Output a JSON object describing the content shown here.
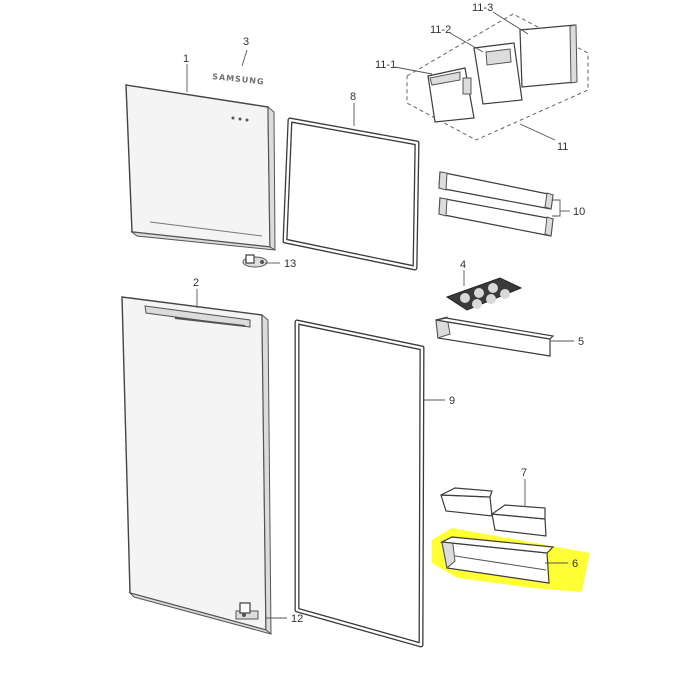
{
  "diagram": {
    "brand_text": "SAMSUNG",
    "highlight_color": "#ffff33",
    "callouts": {
      "c1": "1",
      "c2": "2",
      "c3": "3",
      "c4": "4",
      "c5": "5",
      "c6": "6",
      "c7": "7",
      "c8": "8",
      "c9": "9",
      "c10": "10",
      "c11": "11",
      "c11_1": "11-1",
      "c11_2": "11-2",
      "c11_3": "11-3",
      "c12": "12",
      "c13": "13"
    }
  }
}
